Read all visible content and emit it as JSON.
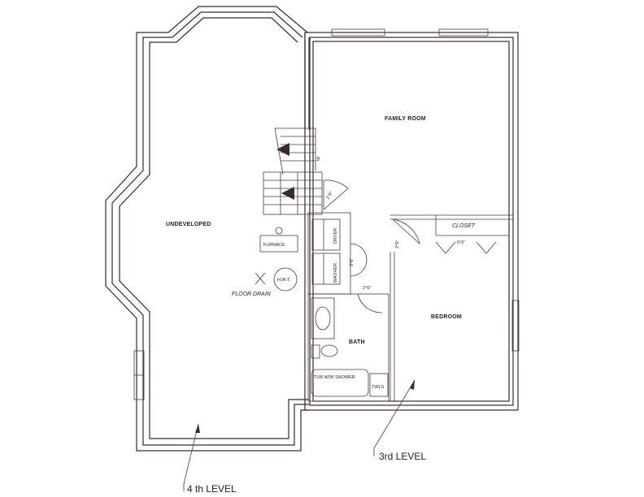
{
  "rooms": {
    "family_room": "FAMILY ROOM",
    "undeveloped": "UNDEVELOPED",
    "bedroom": "BEDROOM",
    "bath": "BATH",
    "closet": "CLOSET"
  },
  "fixtures": {
    "furnace": "FURNACE",
    "hwt": "H.W.T.",
    "floor_drain": "FLOOR DRAIN",
    "dryer": "DRYER",
    "washer": "WASHER",
    "tub_shower": "TUB W/W SHOWER",
    "towels": "TWLS"
  },
  "dimensions": {
    "closet_door": "5°6\"",
    "laundry_door": "5°6\"",
    "bath_door": "2°6°",
    "bedroom_door": "2°6°",
    "stair_door": "2°8°"
  },
  "stair": {
    "step_count": "9"
  },
  "levels": {
    "third": "3rd LEVEL",
    "fourth": "4 th LEVEL"
  },
  "colors": {
    "line": "#3a2a2a",
    "text": "#2a1e1e"
  }
}
